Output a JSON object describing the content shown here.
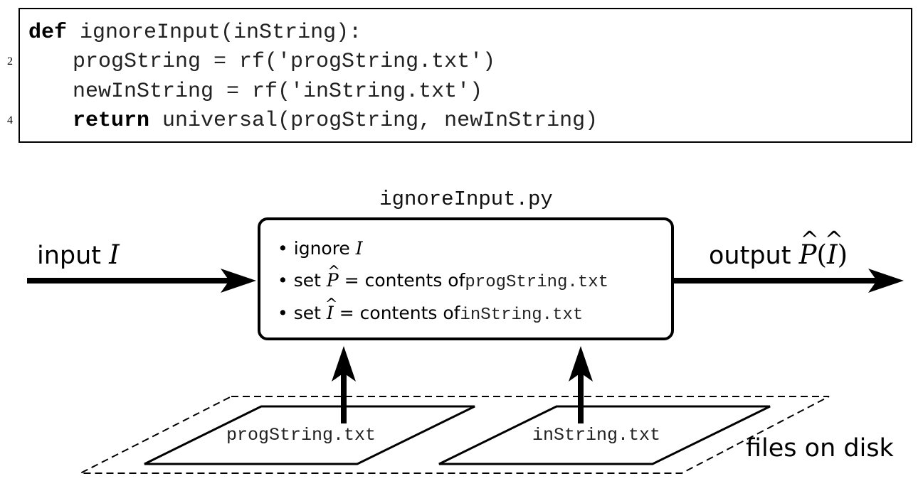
{
  "code": {
    "line_numbers": [
      "2",
      "4"
    ],
    "lines": [
      {
        "keyword": "def",
        "text": " ignoreInput(inString):"
      },
      {
        "keyword": "",
        "text": "progString = rf('progString.txt')"
      },
      {
        "keyword": "",
        "text": "newInString = rf('inString.txt')"
      },
      {
        "keyword": "return",
        "text": " universal(progString, newInString)"
      }
    ]
  },
  "diagram": {
    "program_name": "ignoreInput.py",
    "input_label": {
      "word": "input",
      "symbol": "I"
    },
    "output_label": {
      "word": "output",
      "symbol_p": "P",
      "symbol_i": "I"
    },
    "bullets": [
      {
        "bullet": "•",
        "text": "ignore",
        "symbol": "I"
      },
      {
        "bullet": "•",
        "prefix": "set",
        "symbol": "P",
        "middle": "= contents of",
        "file": "progString.txt"
      },
      {
        "bullet": "•",
        "prefix": "set",
        "symbol": "I",
        "middle": "= contents of",
        "file": "inString.txt"
      }
    ],
    "files": [
      "progString.txt",
      "inString.txt"
    ],
    "disk_label": "files on disk",
    "paren_open": "(",
    "paren_close": ")"
  }
}
